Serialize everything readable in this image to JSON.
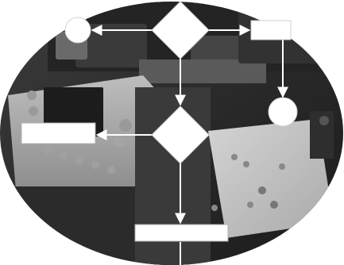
{
  "image": {
    "description_icon": "fiber-fusion-splicer-photo",
    "background_color": "#ffffff",
    "oval_mask": true
  },
  "flowchart": {
    "line_color": "#ffffff",
    "node_fill": "#ffffff",
    "node_stroke": "#cfcfcf",
    "nodes": [
      {
        "id": "decision-top",
        "shape": "diamond",
        "label": ""
      },
      {
        "id": "terminal-left",
        "shape": "circle",
        "label": ""
      },
      {
        "id": "process-right",
        "shape": "rectangle",
        "label": ""
      },
      {
        "id": "terminal-right",
        "shape": "circle",
        "label": ""
      },
      {
        "id": "decision-middle",
        "shape": "diamond",
        "label": ""
      },
      {
        "id": "process-left",
        "shape": "rectangle",
        "label": ""
      },
      {
        "id": "process-bottom",
        "shape": "rectangle",
        "label": ""
      }
    ]
  }
}
